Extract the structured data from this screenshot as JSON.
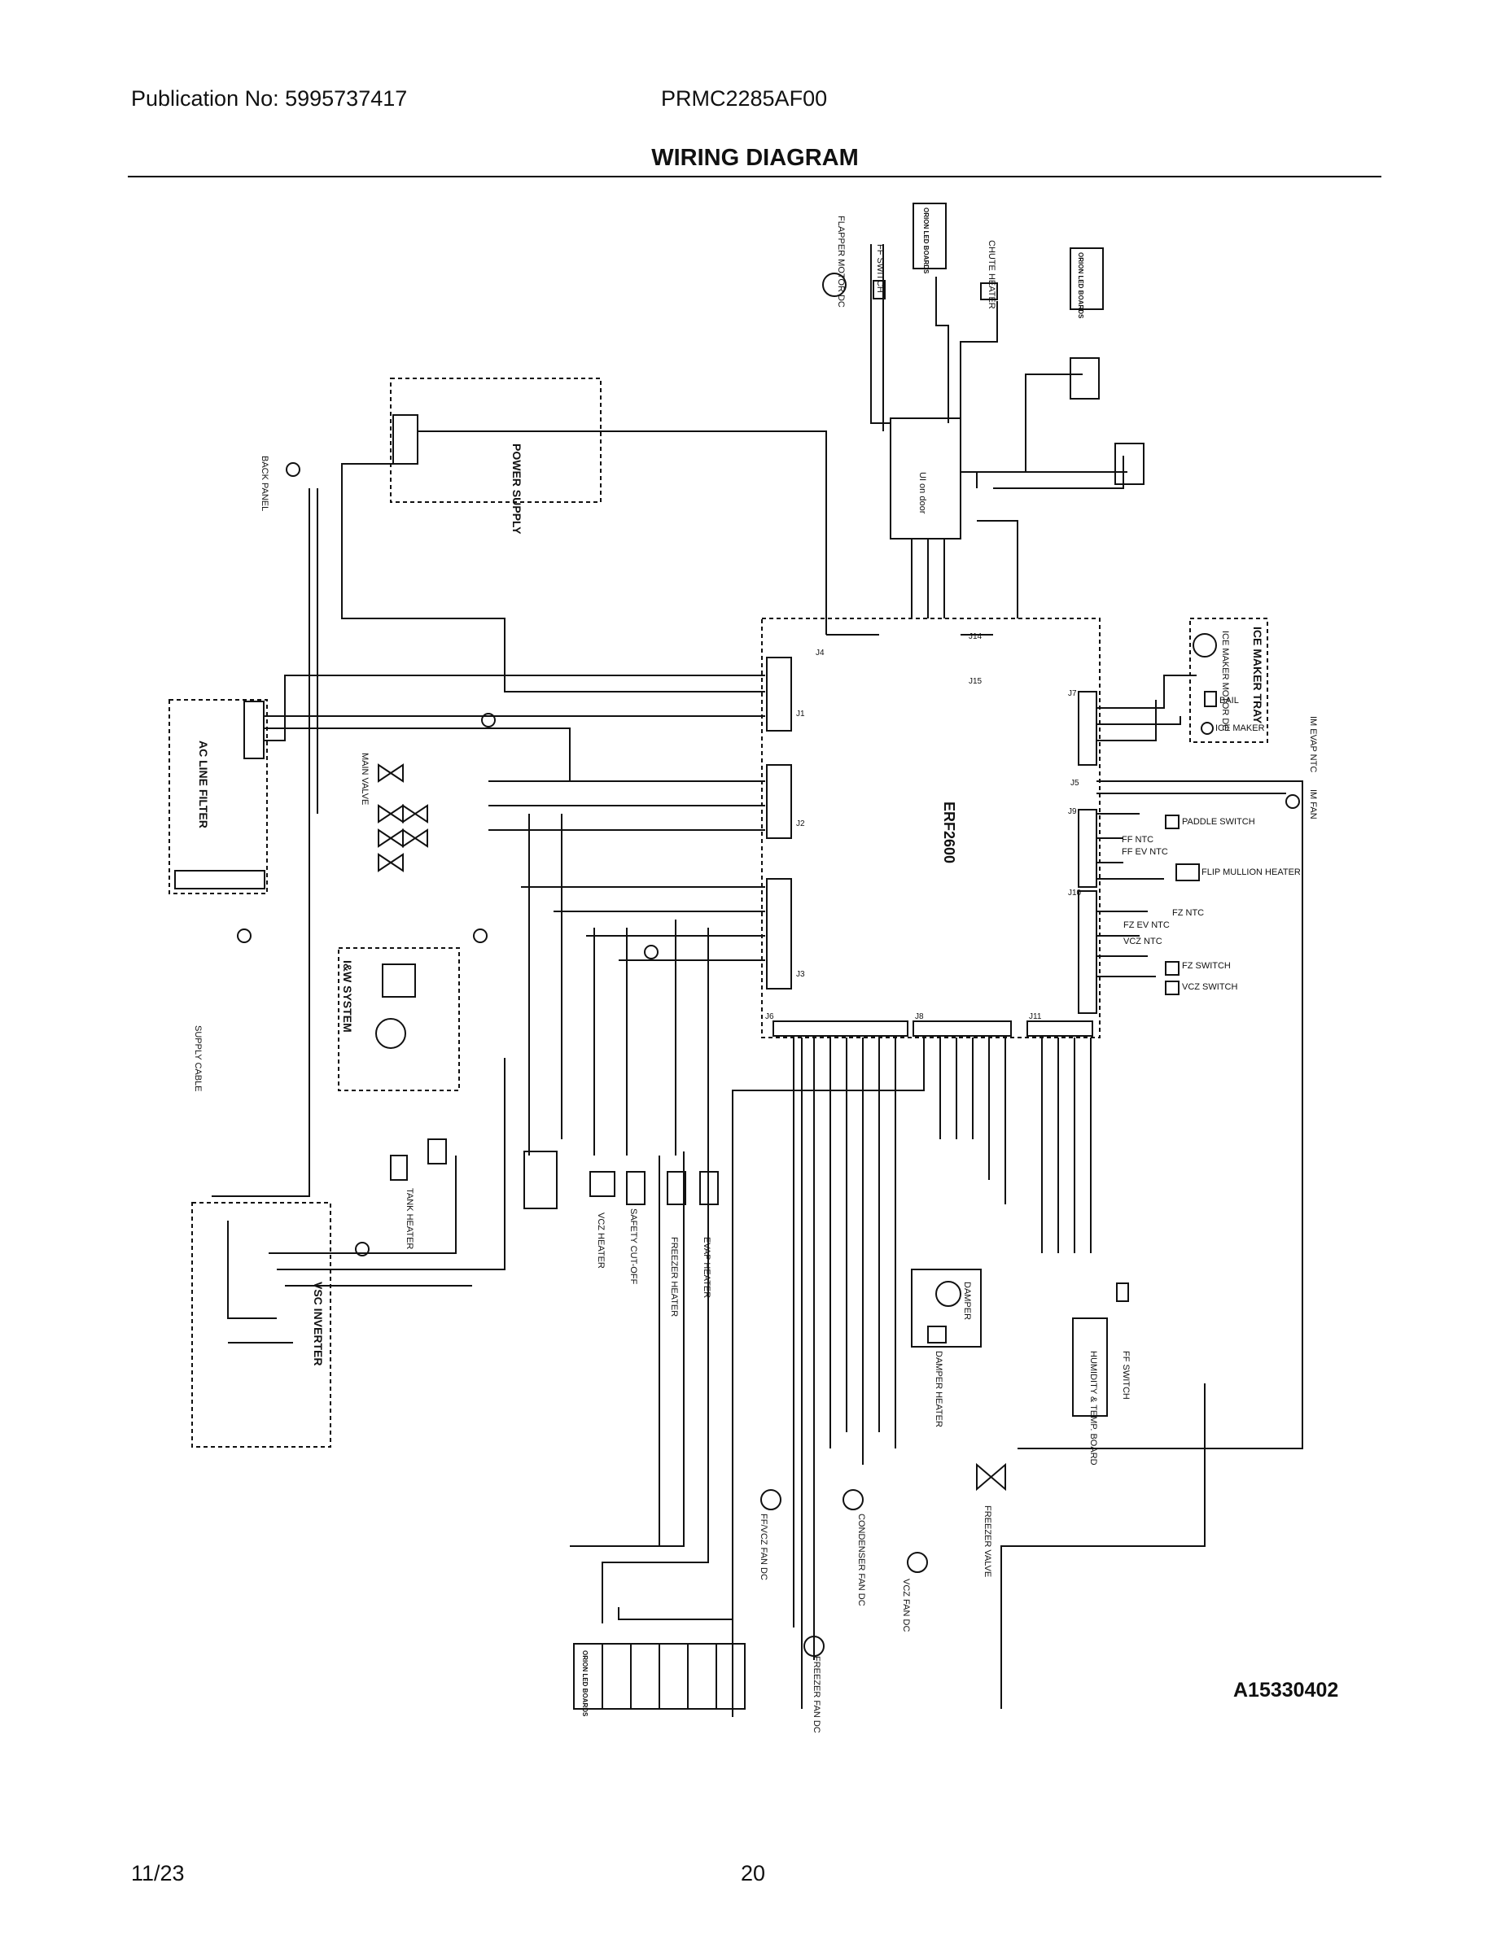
{
  "header": {
    "publication": "Publication No: 5995737417",
    "model": "PRMC2285AF00",
    "title": "WIRING DIAGRAM"
  },
  "diagram": {
    "main_board": "ERF2600",
    "power_supply": "POWER SUPPLY",
    "ac_filter": "AC LINE FILTER",
    "iw_system": "I&W SYSTEM",
    "vsc_inverter": "VSC INVERTER",
    "ice_maker_tray": "ICE MAKER TRAY",
    "ice_maker_motor": "ICE MAKER MOTOR DC",
    "bail": "BAIL",
    "ice_maker": "ICE MAKER",
    "im_evap_ntc": "IM EVAP NTC",
    "im_fan": "IM FAN",
    "paddle_switch": "PADDLE SWITCH",
    "ff_ntc": "FF NTC",
    "ff_ev_ntc": "FF EV NTC",
    "flip_mullion_heater": "FLIP MULLION HEATER",
    "fz_ntc": "FZ NTC",
    "fz_ev_ntc": "FZ EV NTC",
    "vcz_ntc": "VCZ NTC",
    "fz_switch": "FZ SWITCH",
    "vcz_switch": "VCZ SWITCH",
    "ff_switch_top": "FF SWITCH",
    "flapper_motor": "FLAPPER MOTOR DC",
    "chute_heater": "CHUTE HEATER",
    "ui": "UI on door",
    "main_valve": "MAIN VALVE",
    "damper": "DAMPER",
    "damper_heater": "DAMPER HEATER",
    "humidity_board": "HUMIDITY & TEMP. BOARD",
    "ff_switch_bottom": "FF SWITCH",
    "freezer_valve": "FREEZER VALVE",
    "ff_vcz_fan": "FF/VCZ FAN DC",
    "condenser_fan": "CONDENSER FAN DC",
    "freezer_fan": "FREEZER FAN DC",
    "vcz_fan": "VCZ FAN DC",
    "back_panel": "BACK PANEL",
    "supply_cable": "SUPPLY CABLE",
    "tank_heater": "TANK HEATER",
    "safety_cutoff": "SAFETY CUT-OFF",
    "freezer_heater": "FREEZER HEATER",
    "vcz_heater": "VCZ HEATER",
    "evap_heater": "EVAP HEATER",
    "led_boards": "ORION LED BOARDS",
    "connectors": [
      "J1",
      "J2",
      "J3",
      "J4",
      "J5",
      "J6",
      "J7",
      "J8",
      "J9",
      "J10",
      "J11",
      "J14",
      "J15"
    ],
    "colors": {
      "line": "#111111",
      "paper": "#ffffff"
    }
  },
  "code": "A15330402",
  "footer": {
    "date": "11/23",
    "page": "20"
  }
}
